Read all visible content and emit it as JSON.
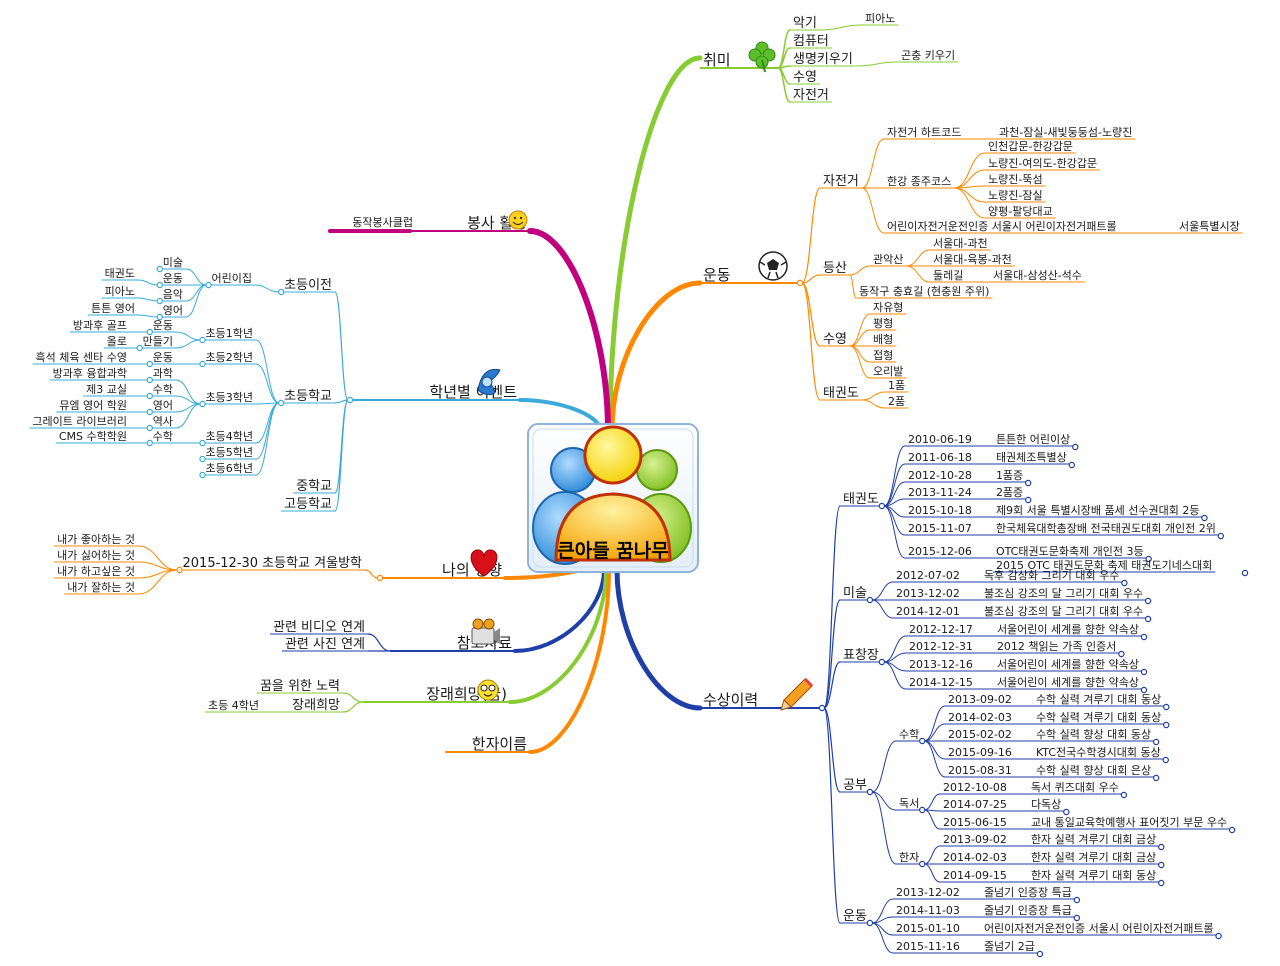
{
  "center": {
    "label": "큰아들 꿈나무"
  },
  "colors": {
    "hobby": "#88cc33",
    "sport": "#ff8800",
    "award": "#1f3fa8",
    "bongsa": "#c0007e",
    "school": "#3aabd9",
    "trait": "#ff8800",
    "ref": "#1f3fa8",
    "future": "#88cc33",
    "hanja": "#ff8800"
  },
  "branches": {
    "hobby": {
      "label": "취미",
      "icon": "clover-icon",
      "items": [
        {
          "label": "악기",
          "children": [
            {
              "label": "피아노"
            }
          ]
        },
        {
          "label": "컴퓨터"
        },
        {
          "label": "생명키우기",
          "children": [
            {
              "label": "곤충 키우기"
            }
          ]
        },
        {
          "label": "수영"
        },
        {
          "label": "자전거"
        }
      ]
    },
    "sport": {
      "label": "운동",
      "icon": "soccer-ball-icon",
      "bike": {
        "label": "자전거",
        "heart_code": "자전거 하트코드",
        "heart_code_route": "과천-잠실-새빛둥둥섬-노량진",
        "han_river": "한강 종주코스",
        "han_routes": [
          "인천갑문-한강갑문",
          "노량진-여의도-한강갑문",
          "노량진-뚝섬",
          "노량진-잠실",
          "양평-팔당대교"
        ],
        "license": "어린이자전거운전인증 서울시 어린이자전거패트롤",
        "license_by": "서울특별시장"
      },
      "hiking": {
        "label": "등산",
        "gwanak": "관악산",
        "gwanak_routes": [
          "서울대-과천",
          "서울대-육봉-과천"
        ],
        "dullegil": "둘레길",
        "dullegil_route": "서울대-삼성산-석수",
        "dongjak": "동작구 충효길 (현충원 주위)"
      },
      "swim": {
        "label": "수영",
        "styles": [
          "자유형",
          "평형",
          "배형",
          "접형",
          "오리발"
        ]
      },
      "tkd": {
        "label": "태권도",
        "levels": [
          "1품",
          "2품"
        ]
      }
    },
    "award": {
      "label": "수상이력",
      "icon": "pencil-icon",
      "tkd": {
        "label": "태권도",
        "rows": [
          {
            "date": "2010-06-19",
            "text": "튼튼한 어린이상"
          },
          {
            "date": "2011-06-18",
            "text": "태권체조특별상"
          },
          {
            "date": "2012-10-28",
            "text": "1품증"
          },
          {
            "date": "2013-11-24",
            "text": "2품증"
          },
          {
            "date": "2015-10-18",
            "text": "제9회 서울 특별시장배 품세 선수권대회 2등"
          },
          {
            "date": "2015-11-07",
            "text": "한국체육대학총장배 전국태권도대회 개인전 2위"
          },
          {
            "date": "2015-12-06",
            "text": "OTC태권도문화축제 개인전 3등"
          }
        ],
        "extra": "2015 OTC 태권도문화 축제 태권도기네스대회"
      },
      "art": {
        "label": "미술",
        "rows": [
          {
            "date": "2012-07-02",
            "text": "독후 감상화 그리기 대회 우수"
          },
          {
            "date": "2013-12-02",
            "text": "불조심 강조의 달 그리기 대회 우수"
          },
          {
            "date": "2014-12-01",
            "text": "불조심 강조의 달 그리기 대회 우수"
          }
        ]
      },
      "prize": {
        "label": "표창장",
        "rows": [
          {
            "date": "2012-12-17",
            "text": "서울어린이 세계를 향한 약속상"
          },
          {
            "date": "2012-12-31",
            "text": "2012 책읽는 가족 인증서"
          },
          {
            "date": "2013-12-16",
            "text": "서울어린이 세계를 향한 약속상"
          },
          {
            "date": "2014-12-15",
            "text": "서울어린이 세계를 향한 약속상"
          }
        ]
      },
      "study": {
        "label": "공부",
        "math": {
          "label": "수학",
          "rows": [
            {
              "date": "2013-09-02",
              "text": "수학 실력 겨루기 대회 동상"
            },
            {
              "date": "2014-02-03",
              "text": "수학 실력 겨루기 대회 동상"
            },
            {
              "date": "2015-02-02",
              "text": "수학 실력 향상 대회 동상"
            },
            {
              "date": "2015-09-16",
              "text": "KTC전국수학경시대회 동상"
            },
            {
              "date": "2015-08-31",
              "text": "수학 실력 향상 대회 은상"
            }
          ]
        },
        "reading": {
          "label": "독서",
          "rows": [
            {
              "date": "2012-10-08",
              "text": "독서 퀴즈대회 우수"
            },
            {
              "date": "2014-07-25",
              "text": "다독상"
            },
            {
              "date": "2015-06-15",
              "text": "교내 통일교육학예행사 표어짓기 부문 우수"
            }
          ]
        },
        "hanja": {
          "label": "한자",
          "rows": [
            {
              "date": "2013-09-02",
              "text": "한자 실력 겨루기 대회 금상"
            },
            {
              "date": "2014-02-03",
              "text": "한자 실력 겨루기 대회 금상"
            },
            {
              "date": "2014-09-15",
              "text": "한자 실력 겨루기 대회 동상"
            }
          ]
        }
      },
      "exercise": {
        "label": "운동",
        "rows": [
          {
            "date": "2013-12-02",
            "text": "줄넘기 인증장 특급"
          },
          {
            "date": "2014-11-03",
            "text": "줄넘기 인증장 특급"
          },
          {
            "date": "2015-01-10",
            "text": "어린이자전거운전인증 서울시 어린이자전거패트롤"
          },
          {
            "date": "2015-11-16",
            "text": "줄넘기 2급"
          }
        ]
      }
    },
    "bongsa": {
      "label": "봉사 활동",
      "icon": "smiley-icon",
      "club": "동작봉사클럽"
    },
    "school": {
      "label": "학년별 이벤트",
      "icon": "blue-swirl-icon",
      "pre": {
        "label": "초등이전",
        "kinder": "어린이집",
        "items": [
          {
            "label": "미술"
          },
          {
            "label": "운동",
            "child": "태권도"
          },
          {
            "label": "음악",
            "child": "피아노"
          },
          {
            "label": "영어",
            "child": "튼튼 영어"
          }
        ]
      },
      "elem": {
        "label": "초등학교",
        "g1": {
          "label": "초등1학년",
          "items": [
            {
              "label": "운동",
              "child": "방과후 골프"
            },
            {
              "label": "만들기",
              "child": "올로"
            }
          ]
        },
        "g2": {
          "label": "초등2학년",
          "items": [
            {
              "label": "운동",
              "child": "흑석 체육 센타 수영"
            }
          ]
        },
        "g3": {
          "label": "초등3학년",
          "items": [
            {
              "label": "과학",
              "child": "방과후 융합과학"
            },
            {
              "label": "수학",
              "child": "제3 교실"
            },
            {
              "label": "영어",
              "child": "뮤엠 영어 학원"
            },
            {
              "label": "역사",
              "child": "그레이트 라이브러리"
            }
          ]
        },
        "g4": {
          "label": "초등4학년",
          "items": [
            {
              "label": "수학",
              "child": "CMS 수학학원"
            }
          ]
        },
        "g5": {
          "label": "초등5학년"
        },
        "g6": {
          "label": "초등6학년"
        }
      },
      "middle": "중학교",
      "high": "고등학교"
    },
    "trait": {
      "label": "나의 성향",
      "icon": "heart-icon",
      "date_label": "2015-12-30 초등학교 겨울방학",
      "items": [
        "내가 좋아하는 것",
        "내가 싫어하는 것",
        "내가 하고싶은 것",
        "내가 잘하는 것"
      ]
    },
    "ref": {
      "label": "참고자료",
      "icon": "film-camera-icon",
      "items": [
        "관련 비디오 연계",
        "관련 사진 연계"
      ]
    },
    "future": {
      "label": "장래희망(꿈)",
      "icon": "glasses-face-icon",
      "effort": "꿈을 위한 노력",
      "hope": "장래희망",
      "hope_child": "초등 4학년"
    },
    "hanja_name": {
      "label": "한자이름"
    }
  }
}
